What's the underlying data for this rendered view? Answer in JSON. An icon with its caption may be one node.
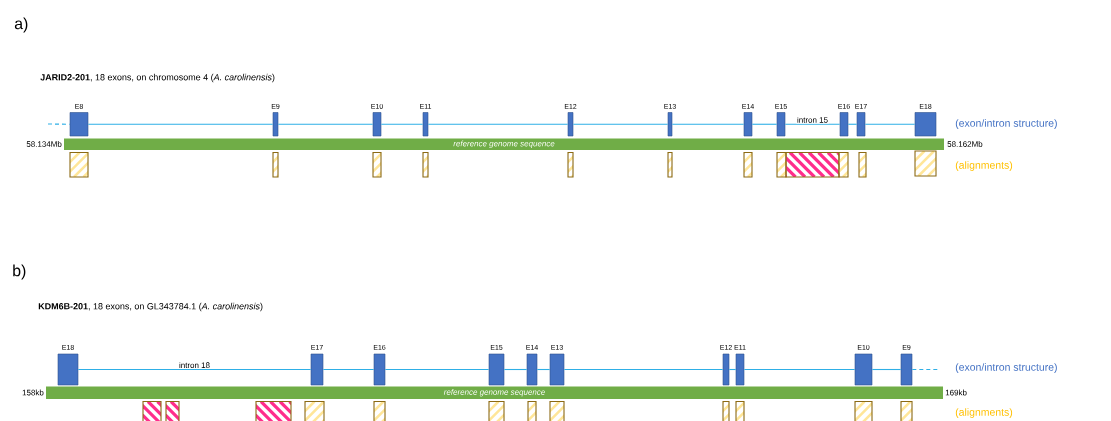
{
  "diagram": {
    "nodes": [
      {
        "text": [],
        "shape": "box",
        "beside": [
          "E8"
        ]
      },
      {
        "text": [],
        "shape": "box",
        "beside": [
          "E9"
        ]
      },
      {
        "text": [],
        "shape": "box",
        "beside": [
          "E10"
        ]
      },
      {
        "text": [],
        "shape": "box",
        "beside": [
          "E11"
        ]
      },
      {
        "text": [],
        "shape": "box",
        "beside": [
          "E12"
        ]
      },
      {
        "text": [],
        "shape": "box",
        "beside": [
          "E13"
        ]
      },
      {
        "text": [],
        "shape": "box",
        "beside": [
          "E14"
        ]
      },
      {
        "text": [],
        "shape": "box",
        "beside": [
          "E15"
        ]
      },
      {
        "text": [],
        "shape": "box",
        "beside": [
          "E16"
        ]
      },
      {
        "text": [],
        "shape": "box",
        "beside": [
          "E17"
        ]
      },
      {
        "text": [],
        "shape": "box",
        "beside": [
          "E18"
        ]
      },
      {
        "text": [
          "reference genome sequence"
        ]
      },
      {
        "text": [],
        "shape": "box"
      },
      {
        "text": [],
        "shape": "box"
      },
      {
        "text": [],
        "shape": "box"
      },
      {
        "text": [],
        "shape": "box"
      },
      {
        "text": [],
        "shape": "box"
      },
      {
        "text": [],
        "shape": "box"
      },
      {
        "text": [],
        "shape": "box"
      },
      {
        "text": [],
        "shape": "box"
      },
      {
        "text": [],
        "shape": "box"
      },
      {
        "text": [],
        "shape": "box"
      },
      {
        "text": [],
        "shape": "box"
      },
      {
        "text": [],
        "shape": "box"
      },
      {
        "text": [],
        "shape": "box",
        "beside": [
          "E18"
        ]
      },
      {
        "text": [],
        "shape": "box",
        "beside": [
          "E17"
        ]
      },
      {
        "text": [],
        "shape": "box",
        "beside": [
          "E16"
        ]
      },
      {
        "text": [],
        "shape": "box",
        "beside": [
          "E15"
        ]
      },
      {
        "text": [],
        "shape": "box",
        "beside": [
          "E14"
        ]
      },
      {
        "text": [],
        "shape": "box",
        "beside": [
          "E13"
        ]
      },
      {
        "text": [],
        "shape": "box",
        "beside": [
          "E12"
        ]
      },
      {
        "text": [],
        "shape": "box",
        "beside": [
          "E11"
        ]
      },
      {
        "text": [],
        "shape": "box",
        "beside": [
          "E10"
        ]
      },
      {
        "text": [],
        "shape": "box",
        "beside": [
          "E9"
        ]
      },
      {
        "text": [
          "reference genome sequence"
        ]
      },
      {
        "text": [],
        "shape": "box"
      },
      {
        "text": [],
        "shape": "box"
      },
      {
        "text": [],
        "shape": "box"
      },
      {
        "text": [],
        "shape": "box"
      },
      {
        "text": [],
        "shape": "box"
      },
      {
        "text": [],
        "shape": "box"
      },
      {
        "text": [],
        "shape": "box"
      },
      {
        "text": [],
        "shape": "box"
      },
      {
        "text": [],
        "shape": "box"
      },
      {
        "text": [],
        "shape": "box"
      },
      {
        "text": [],
        "shape": "box"
      },
      {
        "text": [],
        "shape": "box"
      }
    ],
    "edges": [
      {
        "from": null,
        "to": 0,
        "arrow": "none",
        "style": "dashed"
      },
      {
        "from": 0,
        "to": 1,
        "arrow": "none"
      },
      {
        "from": 1,
        "to": 2,
        "arrow": "none"
      },
      {
        "from": 2,
        "to": 3,
        "arrow": "none"
      },
      {
        "from": 3,
        "to": 4,
        "arrow": "none"
      },
      {
        "from": 4,
        "to": 5,
        "arrow": "none"
      },
      {
        "from": 5,
        "to": 6,
        "arrow": "none"
      },
      {
        "from": 6,
        "to": 7,
        "arrow": "none"
      },
      {
        "from": 7,
        "to": 8,
        "arrow": "none",
        "label": "intron 15"
      },
      {
        "from": 8,
        "to": 9,
        "arrow": "none"
      },
      {
        "from": 9,
        "to": 10,
        "arrow": "none"
      },
      {
        "from": 24,
        "to": 25,
        "arrow": "none",
        "label": "intron 18"
      },
      {
        "from": 25,
        "to": 26,
        "arrow": "none"
      },
      {
        "from": 26,
        "to": 27,
        "arrow": "none"
      },
      {
        "from": 27,
        "to": 28,
        "arrow": "none"
      },
      {
        "from": 28,
        "to": 29,
        "arrow": "none"
      },
      {
        "from": 29,
        "to": 30,
        "arrow": "none"
      },
      {
        "from": 30,
        "to": 31,
        "arrow": "none"
      },
      {
        "from": 31,
        "to": 32,
        "arrow": "none"
      },
      {
        "from": 32,
        "to": 33,
        "arrow": "none"
      },
      {
        "from": 33,
        "to": null,
        "arrow": "none",
        "style": "dashed"
      }
    ],
    "labels": [
      "a)",
      "**JARID2-201**, 18 exons, on chromosome 4 (*A. carolinensis*)",
      "58.134Mb",
      "58.162Mb",
      "(exon/intron structure)",
      "(alignments)",
      "b)",
      "**KDM6B-201**, 18 exons, on GL343784.1 (*A. carolinensis*)",
      "158kb",
      "169kb",
      "(exon/intron structure)",
      "(alignments)"
    ]
  }
}
